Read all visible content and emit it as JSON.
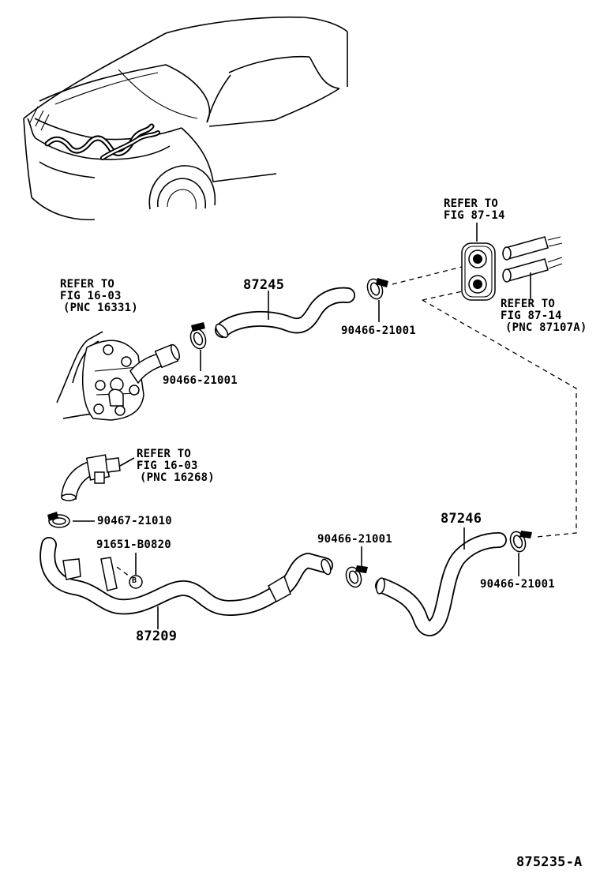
{
  "diagram": {
    "figure_code": "875235-A",
    "parts": {
      "hose_87245": "87245",
      "hose_87246": "87246",
      "hose_87209": "87209",
      "clamp_a": "90466-21001",
      "clamp_b": "90466-21001",
      "clamp_c": "90466-21001",
      "clamp_d": "90466-21001",
      "clamp_e": "90467-21010",
      "bolt": "91651-B0820"
    },
    "refs": {
      "ref1_l1": "REFER TO",
      "ref1_l2": "FIG 16-03",
      "ref1_l3": "(PNC 16331)",
      "ref2_l1": "REFER TO",
      "ref2_l2": "FIG 16-03",
      "ref2_l3": "(PNC 16268)",
      "ref3_l1": "REFER TO",
      "ref3_l2": "FIG 87-14",
      "ref4_l1": "REFER TO",
      "ref4_l2": "FIG 87-14",
      "ref4_l3": "(PNC 87107A)"
    },
    "bolt_symbol": "B"
  }
}
